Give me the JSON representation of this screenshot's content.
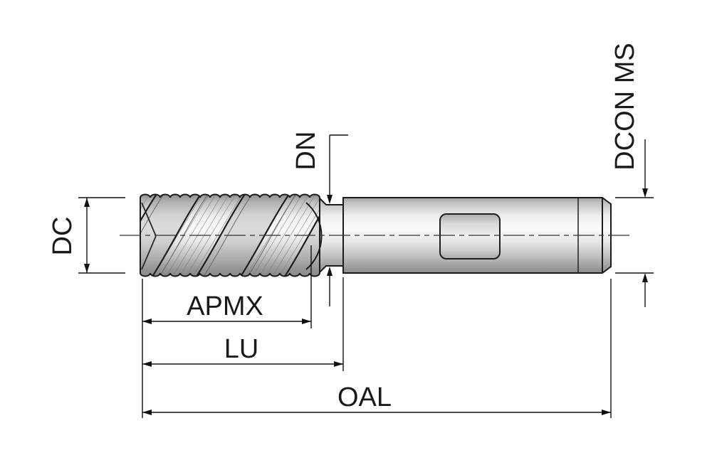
{
  "diagram": {
    "colors": {
      "background": "#ffffff",
      "line": "#1a1a1a",
      "dimension_line": "#111111",
      "metal_light": "#fafafa",
      "metal_dark": "#8c8c8c"
    },
    "dimensions": {
      "dc": {
        "label": "DC"
      },
      "dn": {
        "label": "DN"
      },
      "dcon": {
        "label": "DCON MS"
      },
      "apmx": {
        "label": "APMX"
      },
      "lu": {
        "label": "LU"
      },
      "oal": {
        "label": "OAL"
      }
    }
  }
}
